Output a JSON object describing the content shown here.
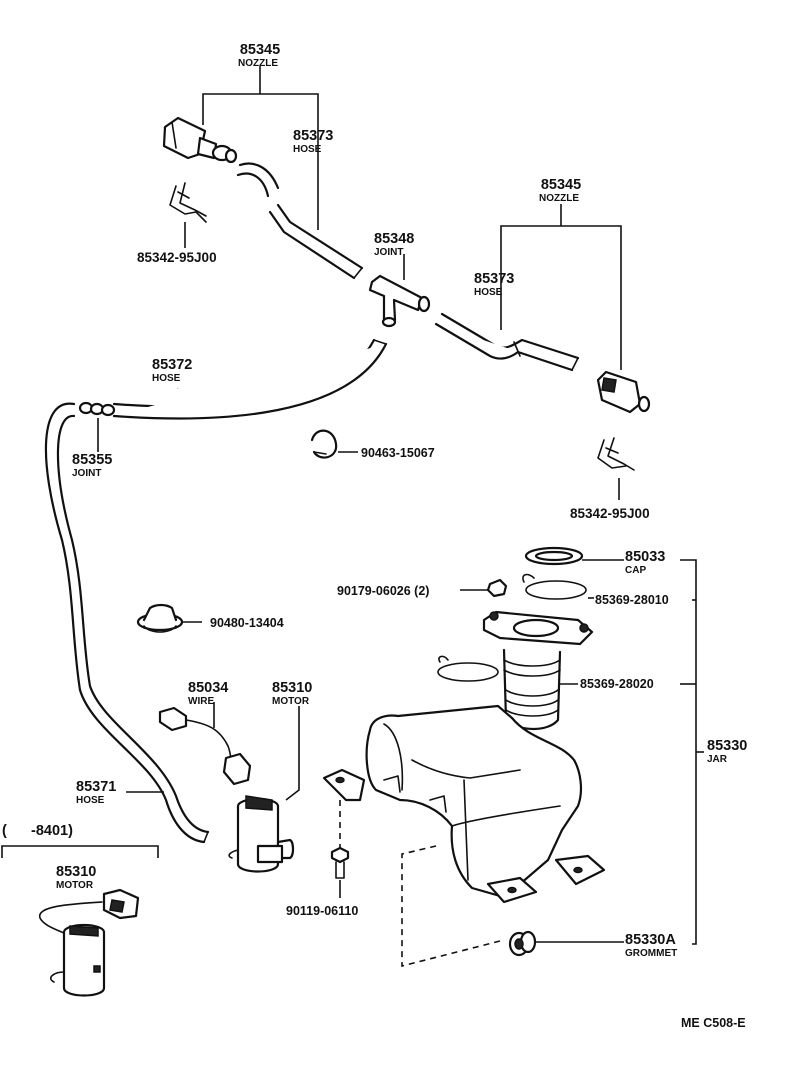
{
  "parts": [
    {
      "id": "nozzle_top",
      "number": "85345",
      "name": "NOZZLE"
    },
    {
      "id": "hose_top",
      "number": "85373",
      "name": "HOSE"
    },
    {
      "id": "clip_left",
      "number": "85342-95J00",
      "name": ""
    },
    {
      "id": "joint_tee",
      "number": "85348",
      "name": "JOINT"
    },
    {
      "id": "nozzle_right",
      "number": "85345",
      "name": "NOZZLE"
    },
    {
      "id": "hose_right",
      "number": "85373",
      "name": "HOSE"
    },
    {
      "id": "hose_main",
      "number": "85372",
      "name": "HOSE"
    },
    {
      "id": "joint_small",
      "number": "85355",
      "name": "JOINT"
    },
    {
      "id": "clamp",
      "number": "90463-15067",
      "name": ""
    },
    {
      "id": "clip_right",
      "number": "85342-95J00",
      "name": ""
    },
    {
      "id": "cap",
      "number": "85033",
      "name": "CAP"
    },
    {
      "id": "nut",
      "number": "90179-06026 (2)",
      "name": ""
    },
    {
      "id": "oring_upper",
      "number": "85369-28010",
      "name": ""
    },
    {
      "id": "grommet_plug",
      "number": "90480-13404",
      "name": ""
    },
    {
      "id": "oring_lower",
      "number": "85369-28020",
      "name": ""
    },
    {
      "id": "wire",
      "number": "85034",
      "name": "WIRE"
    },
    {
      "id": "motor",
      "number": "85310",
      "name": "MOTOR"
    },
    {
      "id": "jar",
      "number": "85330",
      "name": "JAR"
    },
    {
      "id": "hose_side",
      "number": "85371",
      "name": "HOSE"
    },
    {
      "id": "motor_old_range",
      "number": "(      -8401)",
      "name": ""
    },
    {
      "id": "motor_old",
      "number": "85310",
      "name": "MOTOR"
    },
    {
      "id": "bolt",
      "number": "90119-06110",
      "name": ""
    },
    {
      "id": "grommet",
      "number": "85330A",
      "name": "GROMMET"
    }
  ],
  "reference": "ME C508-E"
}
